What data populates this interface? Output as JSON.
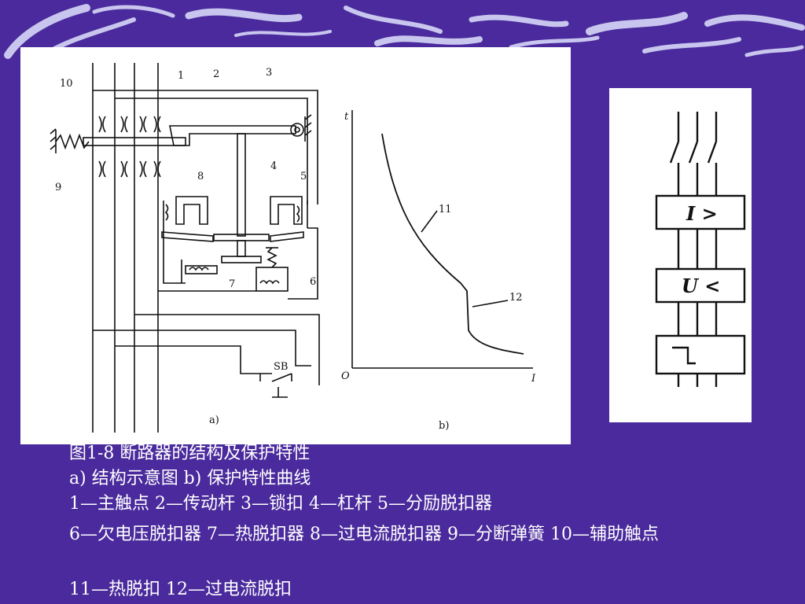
{
  "colors": {
    "background": "#4a2a9c",
    "banner_swirl": "#c8c6ee",
    "panel": "#ffffff",
    "ink": "#111111",
    "caption_text": "#ffffff"
  },
  "diagram": {
    "part_numbers": [
      "1",
      "2",
      "3",
      "4",
      "5",
      "6",
      "7",
      "8",
      "9",
      "10"
    ],
    "sb_label": "SB",
    "panel_a_label": "a)",
    "curve_labels": [
      "11",
      "12"
    ],
    "axis_t": "t",
    "axis_origin": "O",
    "axis_i": "I",
    "panel_b_label": "b)",
    "symbol_overcurrent": "I >",
    "symbol_undervoltage": "U <"
  },
  "caption": {
    "line1": "图1-8  断路器的结构及保护特性",
    "line2": "a) 结构示意图   b) 保护特性曲线",
    "line3": "1—主触点  2—传动杆  3—锁扣  4—杠杆  5—分励脱扣器",
    "line4": "6—欠电压脱扣器  7—热脱扣器  8—过电流脱扣器  9—分断弹簧  10—辅助触点",
    "line5": "11—热脱扣  12—过电流脱扣"
  }
}
